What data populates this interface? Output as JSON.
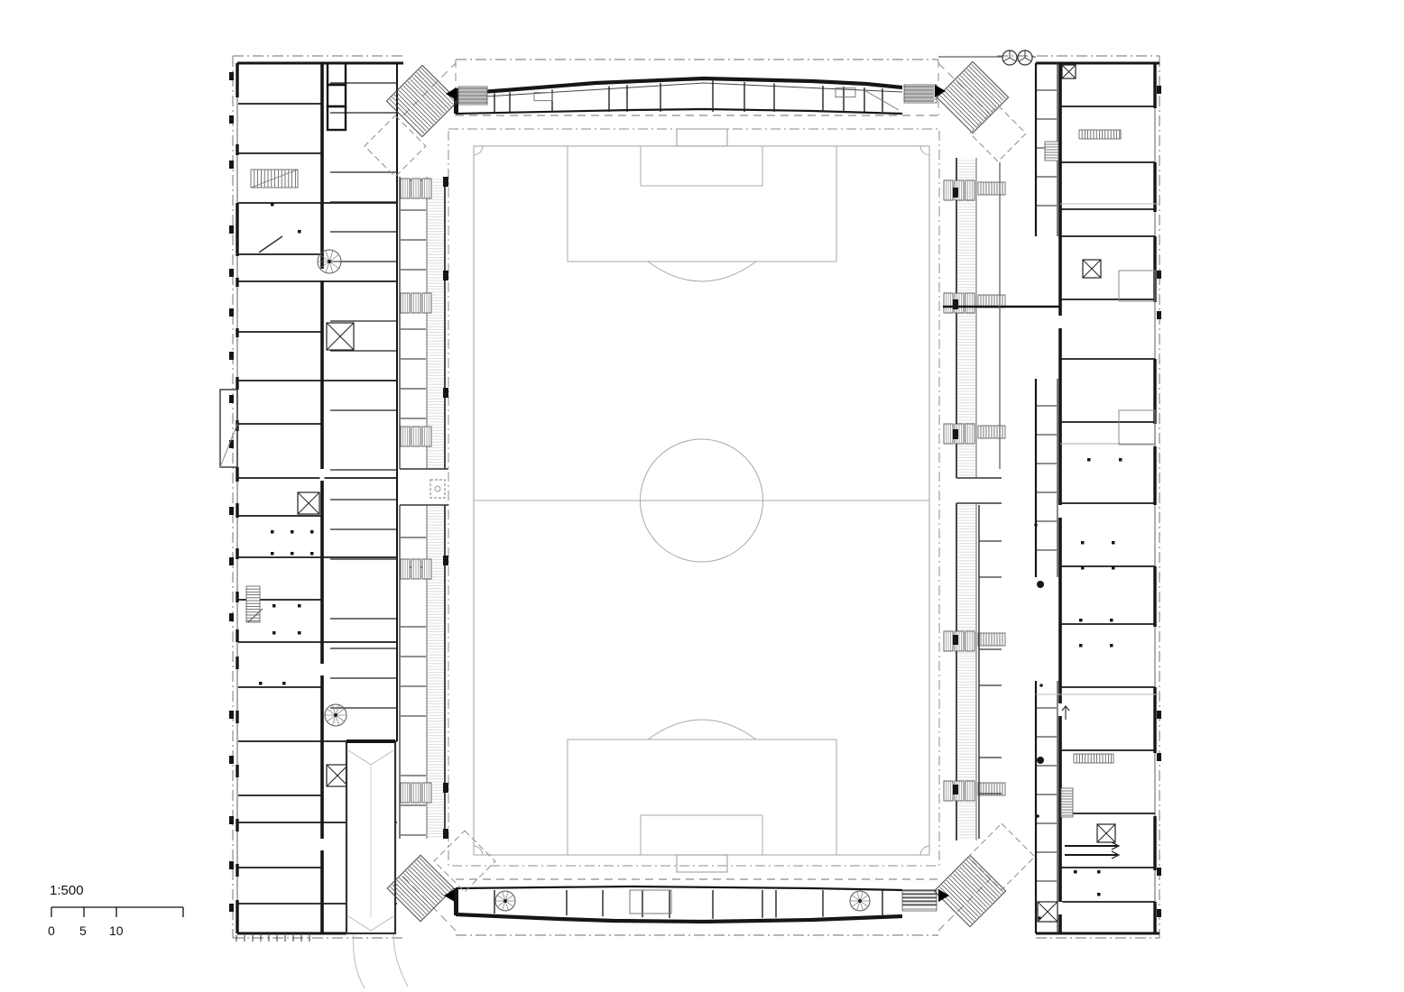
{
  "meta": {
    "drawing_type": "stadium ground-floor plan with football pitch",
    "scale_ratio": "1:500"
  },
  "scale_bar": {
    "label": "1:500",
    "ticks": [
      "0",
      "5",
      "10"
    ]
  },
  "symbols": {
    "corner_note": "rotation-circle symbols"
  },
  "colors": {
    "paper": "#ffffff",
    "wall": "#161616",
    "medium": "#444444",
    "light": "#999999",
    "pitch_line": "#a8a8a8",
    "dash": "#8c8c8c",
    "hatch": "#d6d6d6"
  }
}
